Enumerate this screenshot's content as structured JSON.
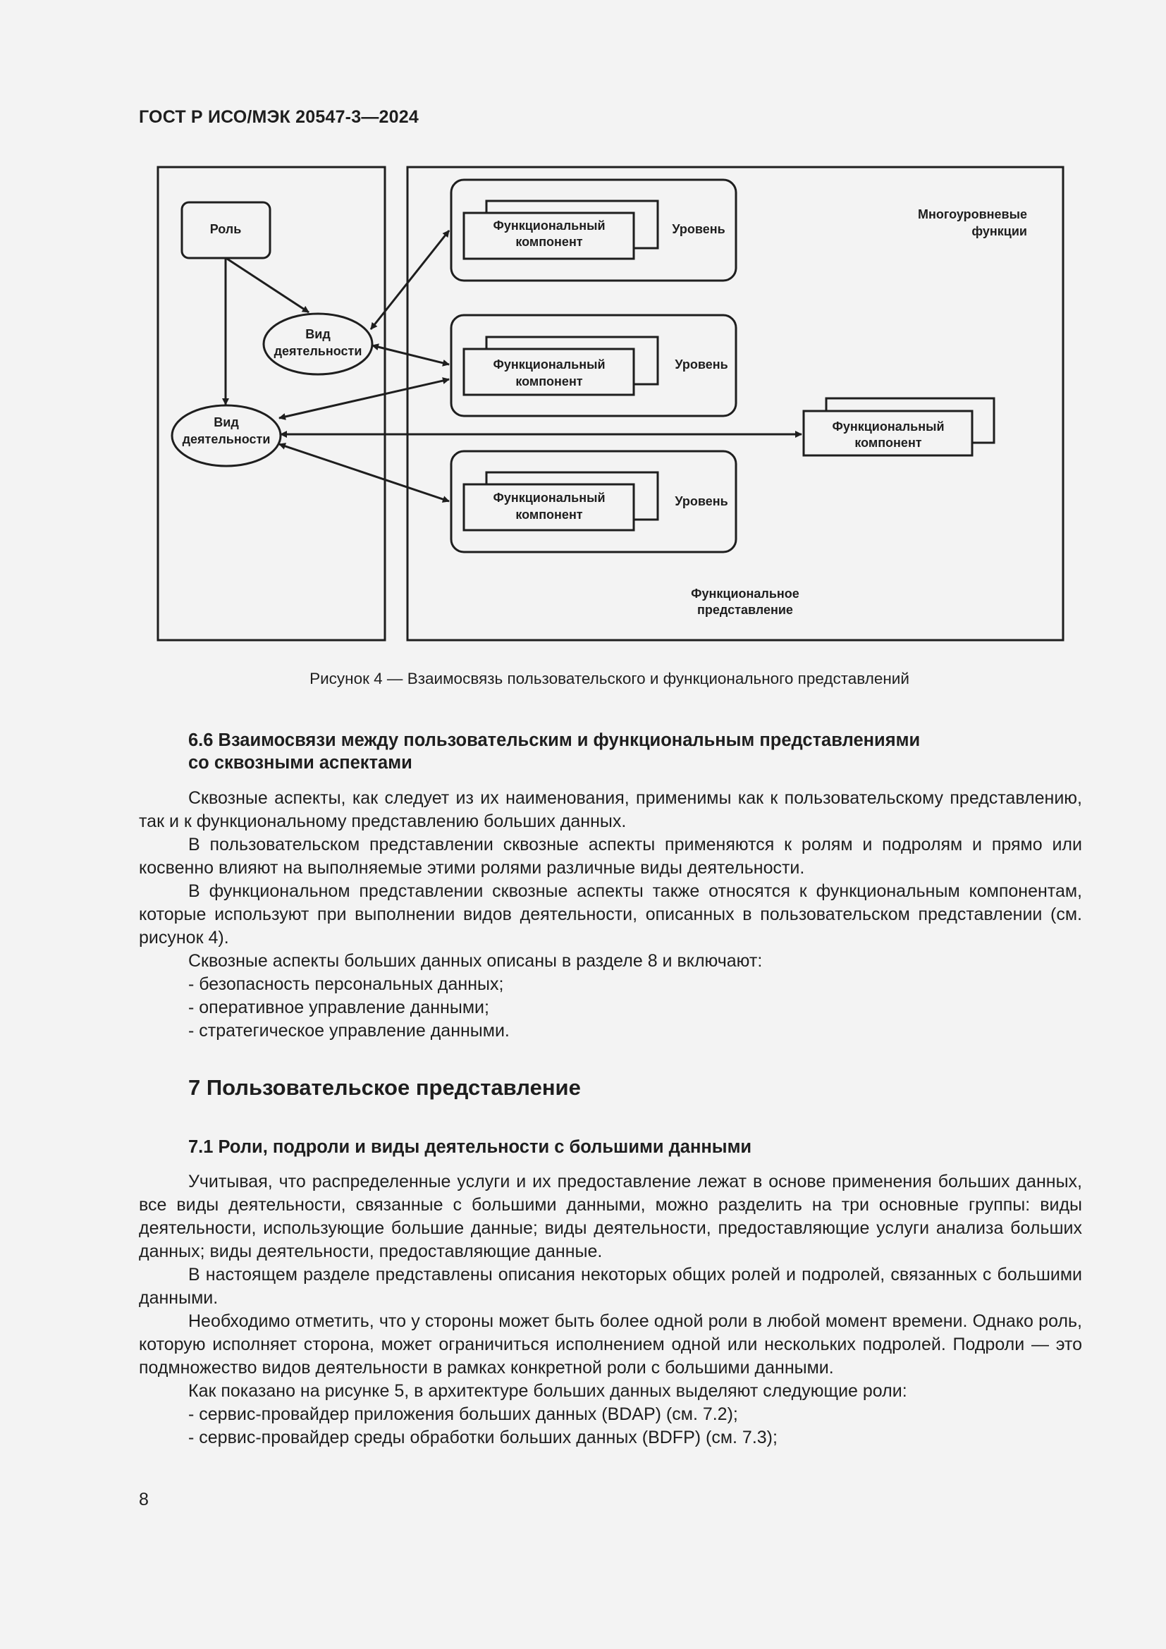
{
  "header": {
    "doc_id": "ГОСТ Р ИСО/МЭК 20547-3—2024"
  },
  "figure": {
    "role_label": "Роль",
    "activity_label_line1": "Вид",
    "activity_label_line2": "деятельности",
    "component_line1": "Функциональный",
    "component_line2": "компонент",
    "level_label": "Уровень",
    "multilevel_line1": "Многоуровневые",
    "multilevel_line2": "функции",
    "functional_view_line1": "Функциональное",
    "functional_view_line2": "представление",
    "caption": "Рисунок 4 — Взаимосвязь пользовательского и функционального представлений"
  },
  "section_6_6": {
    "heading_line1": "6.6 Взаимосвязи между пользовательским и функциональным представлениями",
    "heading_line2": "со сквозными аспектами",
    "p1": "Сквозные аспекты, как следует из их наименования, применимы как к пользовательскому представлению, так и к функциональному представлению больших данных.",
    "p2": "В пользовательском представлении сквозные аспекты применяются к ролям и подролям и прямо или косвенно влияют на выполняемые этими ролями различные виды деятельности.",
    "p3": "В функциональном представлении сквозные аспекты также относятся к функциональным компонентам, которые используют при выполнении видов деятельности, описанных в пользовательском представлении (см. рисунок 4).",
    "p4": "Сквозные аспекты больших данных описаны в разделе 8 и включают:",
    "items": [
      "- безопасность персональных данных;",
      "- оперативное управление данными;",
      "- стратегическое управление данными."
    ]
  },
  "section_7": {
    "heading": "7 Пользовательское представление"
  },
  "section_7_1": {
    "heading": "7.1 Роли, подроли и виды деятельности с большими данными",
    "p1": "Учитывая, что распределенные услуги и их предоставление лежат в основе применения больших данных, все виды деятельности, связанные с большими данными, можно разделить на три основные группы: виды деятельности, использующие большие данные; виды деятельности, предоставляющие услуги анализа больших данных; виды деятельности, предоставляющие данные.",
    "p2": "В настоящем разделе представлены описания некоторых общих ролей и подролей, связанных с большими данными.",
    "p3": "Необходимо отметить, что у стороны может быть более одной роли в любой момент времени. Однако роль, которую исполняет сторона, может ограничиться исполнением одной или нескольких подролей. Подроли — это подмножество видов деятельности в рамках конкретной роли с большими данными.",
    "p4": "Как показано на рисунке 5, в архитектуре больших данных выделяют следующие роли:",
    "items": [
      "- сервис-провайдер приложения больших данных (BDAP) (см. 7.2);",
      "- сервис-провайдер среды обработки больших данных (BDFP) (см. 7.3);"
    ]
  },
  "page_number": "8"
}
